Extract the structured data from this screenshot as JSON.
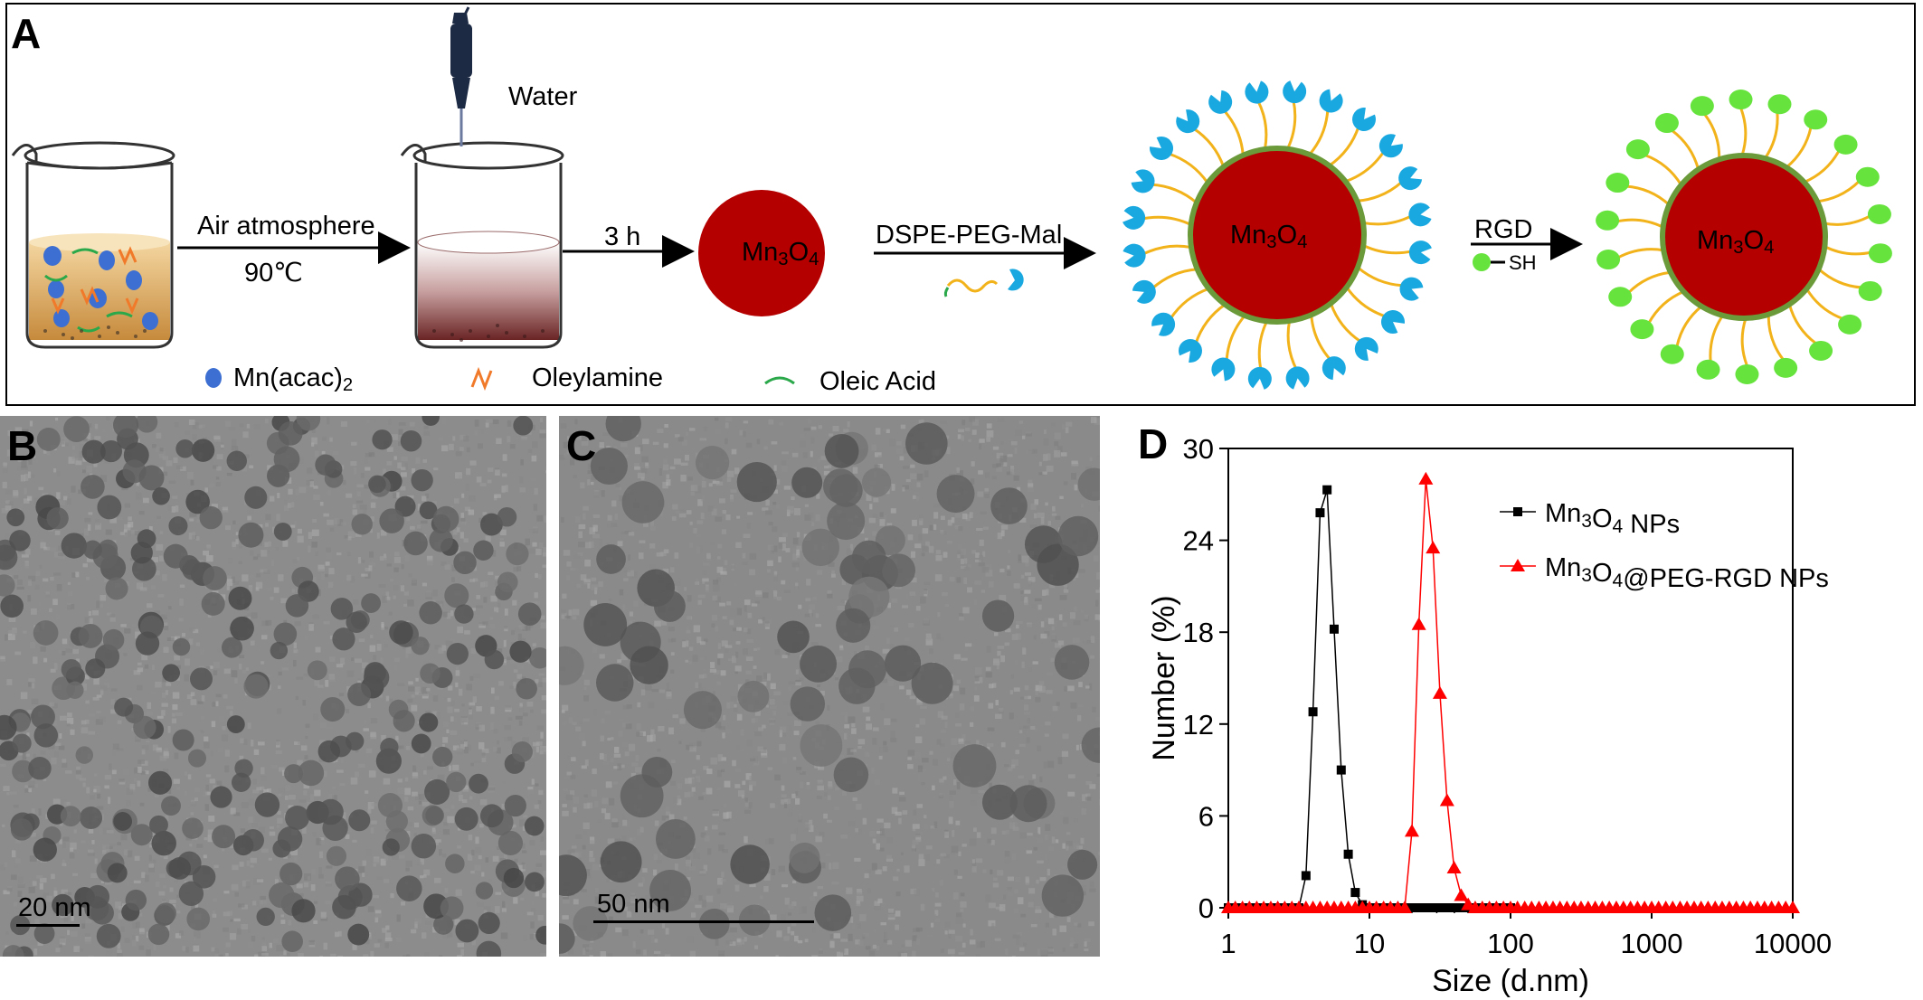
{
  "panels": {
    "a": "A",
    "b": "B",
    "c": "C",
    "d": "D"
  },
  "scheme": {
    "water": "Water",
    "step1_top": "Air atmosphere",
    "step1_bottom": "90℃",
    "step2": "3 h",
    "step3": "DSPE-PEG-Mal",
    "step4_top": "RGD",
    "step4_sh": "SH",
    "core1": {
      "base": "Mn",
      "s1": "3",
      "mid": "O",
      "s2": "4"
    },
    "core2": {
      "base": "Mn",
      "s1": "3",
      "mid": "O",
      "s2": "4"
    },
    "core3": {
      "base": "Mn",
      "s1": "3",
      "mid": "O",
      "s2": "4"
    },
    "legend": [
      {
        "label": "Mn(acac)",
        "sub": "2",
        "icon": "blue-dot-icon",
        "color": "#3c6fd1"
      },
      {
        "label": "Oleylamine",
        "sub": "",
        "icon": "orange-wave-icon",
        "color": "#f07a2a"
      },
      {
        "label": "Oleic Acid",
        "sub": "",
        "icon": "green-arc-icon",
        "color": "#2aa84a"
      }
    ],
    "colors": {
      "core": "#b50000",
      "shell": "#6a9a3a",
      "mal": "#19a8e0",
      "rgd": "#66e33c",
      "peg": "#f2b21a"
    }
  },
  "tem_b": {
    "scale": "20 nm"
  },
  "tem_c": {
    "scale": "50 nm"
  },
  "chart_data": {
    "type": "scatter",
    "xscale": "log",
    "xlim": [
      1,
      10000
    ],
    "ylim": [
      0,
      30
    ],
    "xlabel": "Size (d.nm)",
    "ylabel": "Number (%)",
    "xticks": [
      "1",
      "10",
      "100",
      "1000",
      "10000"
    ],
    "yticks": [
      "0",
      "6",
      "12",
      "18",
      "24",
      "30"
    ],
    "legend_position": "top-right",
    "series": [
      {
        "name": "Mn3O4 NPs",
        "name_base": "Mn",
        "name_s1": "3",
        "name_mid": "O",
        "name_s2": "4",
        "name_rest": " NPs",
        "color": "#000000",
        "marker": "square",
        "x": [
          1.0,
          1.12,
          1.26,
          1.41,
          1.59,
          1.78,
          2.0,
          2.24,
          2.51,
          2.82,
          3.16,
          3.55,
          3.98,
          4.47,
          5.01,
          5.62,
          6.31,
          7.08,
          7.94,
          8.91,
          10.0,
          11.2,
          12.6,
          14.1,
          15.9,
          17.8,
          20.0,
          22.4,
          25.1,
          28.2,
          31.6,
          35.5,
          39.8,
          44.7,
          50.1,
          56.2,
          63.1,
          70.8,
          79.4,
          89.1,
          100
        ],
        "y": [
          0,
          0,
          0,
          0,
          0,
          0,
          0,
          0,
          0,
          0,
          0,
          2.1,
          12.8,
          25.8,
          27.3,
          18.2,
          9.0,
          3.5,
          1.0,
          0.2,
          0,
          0,
          0,
          0,
          0,
          0,
          0,
          0,
          0,
          0,
          0,
          0,
          0,
          0,
          0,
          0,
          0,
          0,
          0,
          0,
          0
        ]
      },
      {
        "name": "Mn3O4@PEG-RGD NPs",
        "name_base": "Mn",
        "name_s1": "3",
        "name_mid": "O",
        "name_s2": "4",
        "name_rest": "@PEG-RGD NPs",
        "color": "#ff0000",
        "marker": "triangle",
        "x": [
          1.0,
          1.12,
          1.26,
          1.41,
          1.59,
          1.78,
          2.0,
          2.24,
          2.51,
          2.82,
          3.16,
          3.55,
          3.98,
          4.47,
          5.01,
          5.62,
          6.31,
          7.08,
          7.94,
          8.91,
          10.0,
          11.2,
          12.6,
          14.1,
          15.9,
          17.8,
          20.0,
          22.4,
          25.1,
          28.2,
          31.6,
          35.5,
          39.8,
          44.7,
          50.1,
          56.2,
          63.1,
          70.8,
          79.4,
          89.1,
          100,
          112,
          126,
          141,
          159,
          178,
          200,
          224,
          251,
          282,
          316,
          355,
          398,
          447,
          501,
          562,
          631,
          708,
          794,
          891,
          1000,
          1120,
          1260,
          1410,
          1590,
          1780,
          2000,
          2240,
          2510,
          2820,
          3160,
          3550,
          3980,
          4470,
          5010,
          5620,
          6310,
          7080,
          7940,
          8910,
          10000
        ],
        "y": [
          0,
          0,
          0,
          0,
          0,
          0,
          0,
          0,
          0,
          0,
          0,
          0,
          0,
          0,
          0,
          0,
          0,
          0,
          0,
          0,
          0,
          0,
          0,
          0,
          0,
          0,
          5.0,
          18.5,
          28.0,
          23.5,
          14.0,
          7.0,
          2.6,
          0.8,
          0.2,
          0,
          0,
          0,
          0,
          0,
          0,
          0,
          0,
          0,
          0,
          0,
          0,
          0,
          0,
          0,
          0,
          0,
          0,
          0,
          0,
          0,
          0,
          0,
          0,
          0,
          0,
          0,
          0,
          0,
          0,
          0,
          0,
          0,
          0,
          0,
          0,
          0,
          0,
          0,
          0,
          0,
          0,
          0,
          0,
          0,
          0
        ]
      }
    ]
  }
}
